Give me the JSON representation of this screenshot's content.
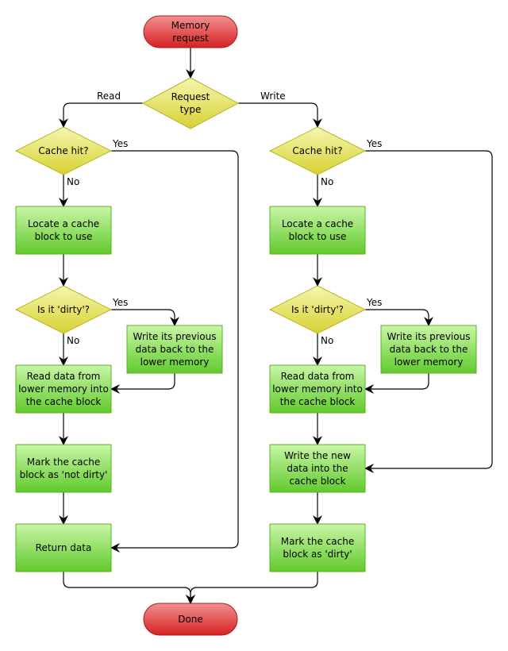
{
  "start": [
    "Memory",
    "request"
  ],
  "end": [
    "Done"
  ],
  "request_type": [
    "Request",
    "type"
  ],
  "edge_read": "Read",
  "edge_write": "Write",
  "read_branch": {
    "cache_hit": [
      "Cache hit?"
    ],
    "yes1": "Yes",
    "no1": "No",
    "locate": [
      "Locate a cache",
      "block to use"
    ],
    "dirty": [
      "Is it 'dirty'?"
    ],
    "yes2": "Yes",
    "no2": "No",
    "write_back": [
      "Write its previous",
      "data back to the",
      "lower memory"
    ],
    "read_data": [
      "Read data from",
      "lower memory into",
      "the cache block"
    ],
    "mark": [
      "Mark the cache",
      "block as 'not dirty'"
    ],
    "return": [
      "Return data"
    ]
  },
  "write_branch": {
    "cache_hit": [
      "Cache hit?"
    ],
    "yes1": "Yes",
    "no1": "No",
    "locate": [
      "Locate a cache",
      "block to use"
    ],
    "dirty": [
      "Is it 'dirty'?"
    ],
    "yes2": "Yes",
    "no2": "No",
    "write_back": [
      "Write its previous",
      "data back to the",
      "lower memory"
    ],
    "read_data": [
      "Read data from",
      "lower memory into",
      "the cache block"
    ],
    "write_new": [
      "Write the new",
      "data into the",
      "cache block"
    ],
    "mark": [
      "Mark the cache",
      "block as 'dirty'"
    ]
  },
  "colors": {
    "terminal_top": "#f08080",
    "terminal_bottom": "#d42020",
    "decision_top": "#f4f4a8",
    "decision_bottom": "#d4d030",
    "process_top": "#c4f4a0",
    "process_bottom": "#64cc30"
  }
}
